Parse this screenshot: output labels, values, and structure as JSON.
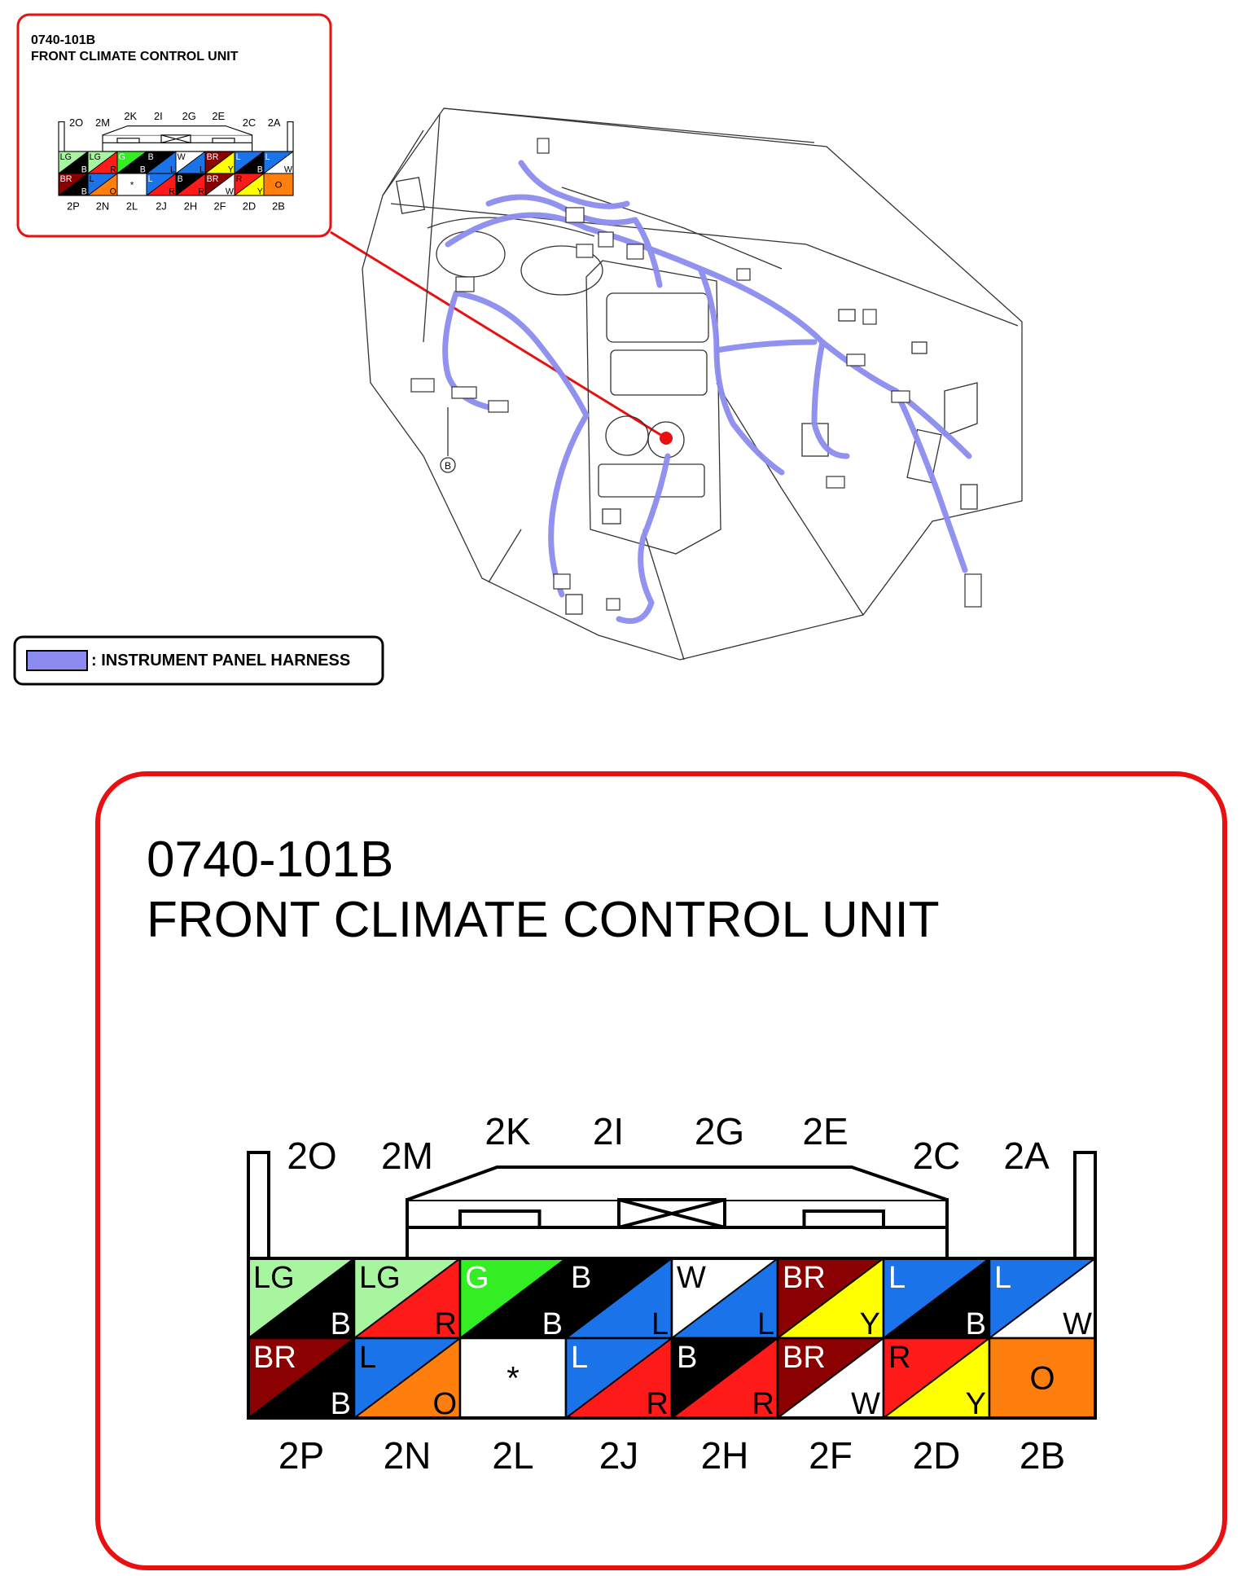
{
  "connector": {
    "code": "0740-101B",
    "name": "FRONT CLIMATE CONTROL UNIT",
    "top_labels": [
      "2O",
      "2M",
      "2K",
      "2I",
      "2G",
      "2E",
      "2C",
      "2A"
    ],
    "bottom_labels": [
      "2P",
      "2N",
      "2L",
      "2J",
      "2H",
      "2F",
      "2D",
      "2B"
    ],
    "top_row": [
      {
        "a": "LG",
        "b": "B",
        "ca": "#a8f5a0",
        "cb": "#000000",
        "ta": "#000000",
        "tb": "#ffffff"
      },
      {
        "a": "LG",
        "b": "R",
        "ca": "#a8f5a0",
        "cb": "#ff1a1a",
        "ta": "#000000",
        "tb": "#000000"
      },
      {
        "a": "G",
        "b": "B",
        "ca": "#33ee22",
        "cb": "#000000",
        "ta": "#ffffff",
        "tb": "#ffffff"
      },
      {
        "a": "B",
        "b": "L",
        "ca": "#000000",
        "cb": "#1a73e8",
        "ta": "#ffffff",
        "tb": "#000000"
      },
      {
        "a": "W",
        "b": "L",
        "ca": "#ffffff",
        "cb": "#1a73e8",
        "ta": "#000000",
        "tb": "#000000"
      },
      {
        "a": "BR",
        "b": "Y",
        "ca": "#8b0000",
        "cb": "#ffff00",
        "ta": "#ffffff",
        "tb": "#000000"
      },
      {
        "a": "L",
        "b": "B",
        "ca": "#1a73e8",
        "cb": "#000000",
        "ta": "#ffffff",
        "tb": "#ffffff"
      },
      {
        "a": "L",
        "b": "W",
        "ca": "#1a73e8",
        "cb": "#ffffff",
        "ta": "#ffffff",
        "tb": "#000000"
      }
    ],
    "bottom_row": [
      {
        "a": "BR",
        "b": "B",
        "ca": "#8b0000",
        "cb": "#000000",
        "ta": "#ffffff",
        "tb": "#ffffff"
      },
      {
        "a": "L",
        "b": "O",
        "ca": "#1a73e8",
        "cb": "#ff7f0e",
        "ta": "#000000",
        "tb": "#000000"
      },
      {
        "solid": "#ffffff",
        "center": "*",
        "tc": "#000000"
      },
      {
        "a": "L",
        "b": "R",
        "ca": "#1a73e8",
        "cb": "#ff1a1a",
        "ta": "#ffffff",
        "tb": "#000000"
      },
      {
        "a": "B",
        "b": "R",
        "ca": "#000000",
        "cb": "#ff1a1a",
        "ta": "#ffffff",
        "tb": "#000000"
      },
      {
        "a": "BR",
        "b": "W",
        "ca": "#8b0000",
        "cb": "#ffffff",
        "ta": "#ffffff",
        "tb": "#000000"
      },
      {
        "a": "R",
        "b": "Y",
        "ca": "#ff1a1a",
        "cb": "#ffff00",
        "ta": "#000000",
        "tb": "#000000"
      },
      {
        "solid": "#ff7f0e",
        "center": "O",
        "tc": "#000000"
      }
    ]
  },
  "legend": {
    "label": ": INSTRUMENT PANEL HARNESS",
    "swatch_color": "#8c8cf0"
  },
  "diagram": {
    "ground_marker": "B",
    "harness_color": "#8c8cf0",
    "callout_color": "#e81010"
  }
}
